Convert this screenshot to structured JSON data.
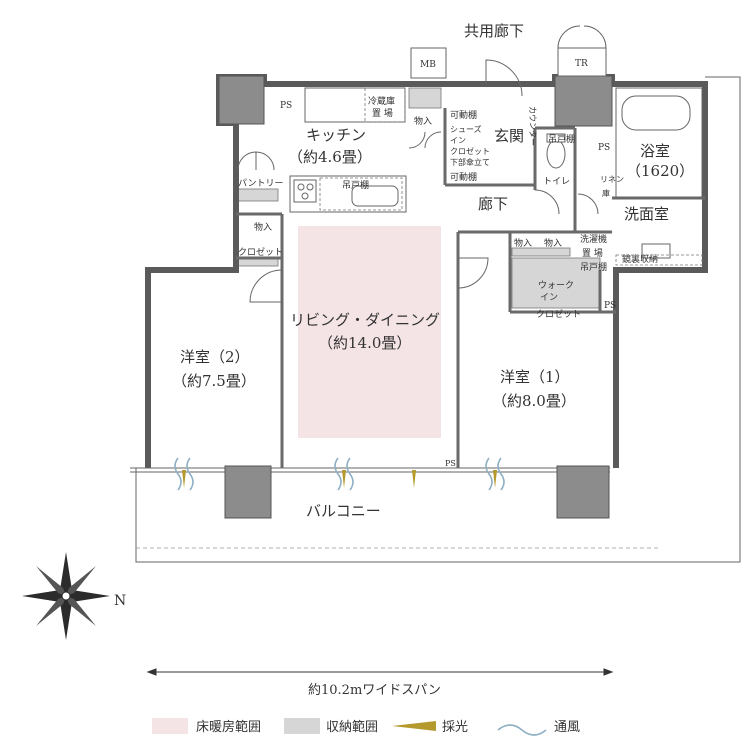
{
  "labels": {
    "corridor_shared": "共用廊下",
    "mb": "MB",
    "tr": "TR",
    "ps": "PS",
    "fridge_line1": "冷蔵庫",
    "fridge_line2": "置 場",
    "storage": "物入",
    "kitchen_name": "キッチン",
    "kitchen_size": "（約4.6畳）",
    "movable_shelf": "可動棚",
    "shoes_line1": "シューズ",
    "shoes_line2": "イン",
    "shoes_line3": "クロゼット",
    "umbrella": "下部傘立て",
    "entrance": "玄関",
    "counter": "カウンター",
    "hanging_shelf": "吊戸棚",
    "toilet": "トイレ",
    "bath_name": "浴室",
    "bath_size": "（1620）",
    "linen_line1": "リネン",
    "linen_line2": "庫",
    "washroom": "洗面室",
    "pantry": "パントリー",
    "hallway": "廊下",
    "closet": "クロゼット",
    "washer_line1": "洗濯機",
    "washer_line2": "置 場",
    "mirror_storage": "鏡裏収納",
    "walkin_line1": "ウォーク",
    "walkin_line2": "イン",
    "walkin_line3": "クロゼット",
    "living_name": "リビング・ダイニング",
    "living_size": "（約14.0畳）",
    "room2_name": "洋室（2）",
    "room2_size": "（約7.5畳）",
    "room1_name": "洋室（1）",
    "room1_size": "（約8.0畳）",
    "balcony": "バルコニー",
    "compass_n": "N",
    "span": "約10.2mワイドスパン"
  },
  "legend": [
    {
      "label": "床暖房範囲",
      "color": "#f4e4e6"
    },
    {
      "label": "収納範囲",
      "color": "#d6d6d6"
    },
    {
      "label": "採光",
      "color": "#b49a2c"
    },
    {
      "label": "通風",
      "color": "#8fb0c4"
    }
  ]
}
